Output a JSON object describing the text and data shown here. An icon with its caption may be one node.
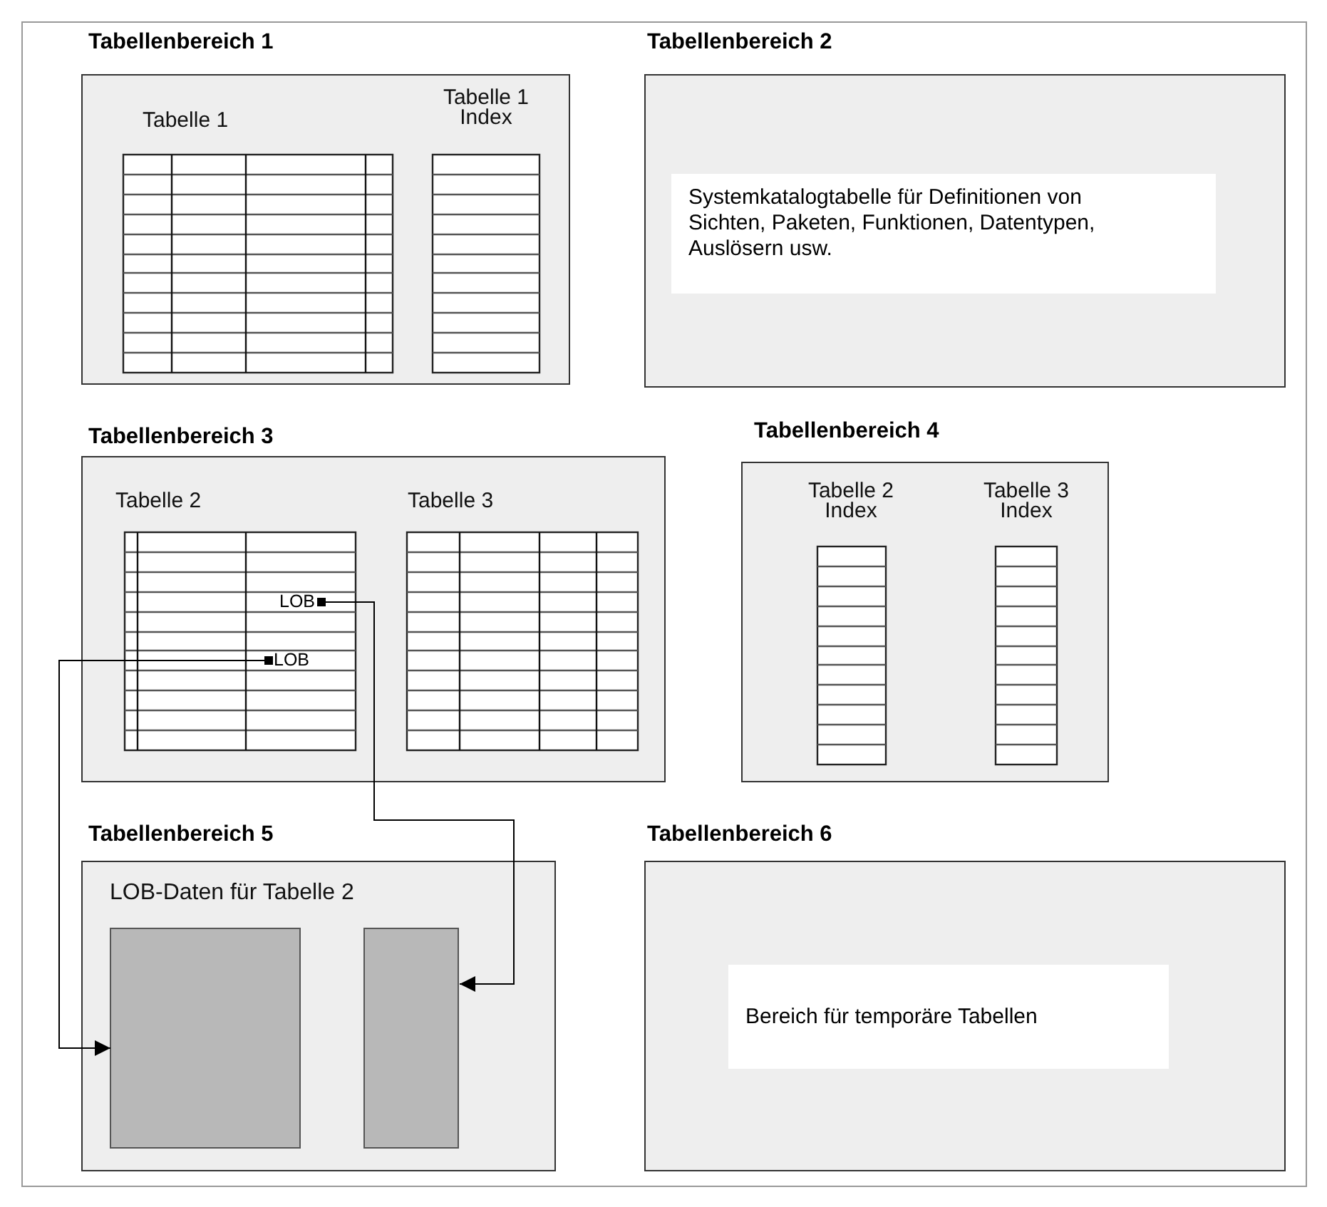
{
  "diagram": {
    "nodes": [
      {
        "text": [
          "Tabellenbereich 1"
        ]
      },
      {
        "text": [
          "Tabelle 1"
        ],
        "in": 0
      },
      {
        "text": [
          "Tabelle 1 Index"
        ],
        "in": 0
      },
      {
        "text": [
          "Tabellenbereich 2"
        ]
      },
      {
        "text": [
          "Systemkatalogtabelle für Definitionen von Sichten, Paketen, Funktionen, Datentypen, Auslösern usw."
        ],
        "in": 3
      },
      {
        "text": [
          "Tabellenbereich 3"
        ]
      },
      {
        "text": [
          "Tabelle 2"
        ],
        "in": 5
      },
      {
        "text": [
          "LOB"
        ],
        "in": 6
      },
      {
        "text": [
          "LOB"
        ],
        "in": 6
      },
      {
        "text": [
          "Tabelle 3"
        ],
        "in": 5
      },
      {
        "text": [
          "Tabellenbereich 4"
        ]
      },
      {
        "text": [
          "Tabelle 2 Index"
        ],
        "in": 10
      },
      {
        "text": [
          "Tabelle 3 Index"
        ],
        "in": 10
      },
      {
        "text": [
          "Tabellenbereich 5",
          "LOB-Daten für Tabelle 2"
        ]
      },
      {
        "text": [],
        "shape": "box",
        "in": 13
      },
      {
        "text": [],
        "shape": "box",
        "in": 13
      },
      {
        "text": [
          "Tabellenbereich 6"
        ]
      },
      {
        "text": [
          "Bereich für temporäre Tabellen"
        ],
        "in": 16
      }
    ],
    "edges": [
      {
        "from": 7,
        "to": 15,
        "arrow": "to"
      },
      {
        "from": 8,
        "to": 14,
        "arrow": "to"
      }
    ]
  }
}
